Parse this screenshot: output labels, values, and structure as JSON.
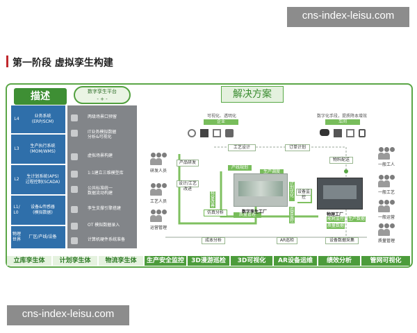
{
  "watermarks": [
    "cns-index-leisu.com",
    "cns-index-leisu.com"
  ],
  "heading": "第一阶段 虚拟孪生构建",
  "desc_label": "描述",
  "dt_platform": {
    "title": "数字孪生平台",
    "sub": "- + -"
  },
  "solution_label": "解决方案",
  "layers": [
    {
      "code": "L4",
      "name": "业务系统\n(ERP/SCM)"
    },
    {
      "code": "L3",
      "name": "生产执行系统\n(MOM/WMS)"
    },
    {
      "code": "L2",
      "name": "生计划系统(APS)\n过程控制(SCADA)"
    },
    {
      "code": "L1/\nL0",
      "name": "设备&传感器\n(模拟数据)"
    },
    {
      "code": "物理\n世界",
      "name": "厂区/产线/设备"
    }
  ],
  "features": [
    "两级场景口预留",
    "IT业务模拟数据\n分析&可视化",
    "虚拟场景构建",
    "1:1建立三维模型库",
    "公共标准统一\n数据流动构建",
    "孪生支撑引擎搭建",
    "OT 模拟数据录入",
    "计算机硬件系统准备"
  ],
  "diagram": {
    "left_header": "可视化、透明化",
    "left_badge": "企业",
    "right_header": "数字化手段，提质降本增效",
    "right_badge": "车间",
    "left_people": [
      "研发人员",
      "工艺人员",
      "运营管理"
    ],
    "right_people": [
      "一般工人",
      "一般工艺",
      "一般运营",
      "质量管理"
    ],
    "boxes": {
      "process_design": "工艺设计",
      "order_plan": "订单计划",
      "product_dev": "产品研发",
      "process_plan": "设计/工艺改进",
      "sim": "仿真分析",
      "lean": "精益改善",
      "material": "物料配送",
      "quality": "质量管理",
      "twin_factory": "数字孪生工厂",
      "physical_factory": "物理工厂",
      "prod_plan": "产线规划",
      "prod_sched": "生产调度",
      "plan_opt": "计划优化",
      "operate": "运营监控",
      "equip_mon": "设备监控",
      "cost": "成本分析",
      "ar": "AR巡检",
      "device_data": "设备数据采集",
      "energy": "能耗监控",
      "prod_data": "生产数据",
      "quality_data": "质量数据"
    }
  },
  "bottom_tabs": [
    {
      "label": "立库孪生体",
      "style": "light"
    },
    {
      "label": "计划孪生体",
      "style": "light"
    },
    {
      "label": "物流孪生体",
      "style": "light"
    },
    {
      "label": "生产安全监控",
      "style": "dark"
    },
    {
      "label": "3D漫游巡检",
      "style": "dark"
    },
    {
      "label": "3D可视化",
      "style": "dark"
    },
    {
      "label": "AR设备运维",
      "style": "dark"
    },
    {
      "label": "绩效分析",
      "style": "dark"
    },
    {
      "label": "管网可视化",
      "style": "dark"
    }
  ],
  "colors": {
    "accent_green": "#4c9c3b",
    "layer_blue": "#2f6faa",
    "heading_red": "#c0282d"
  }
}
